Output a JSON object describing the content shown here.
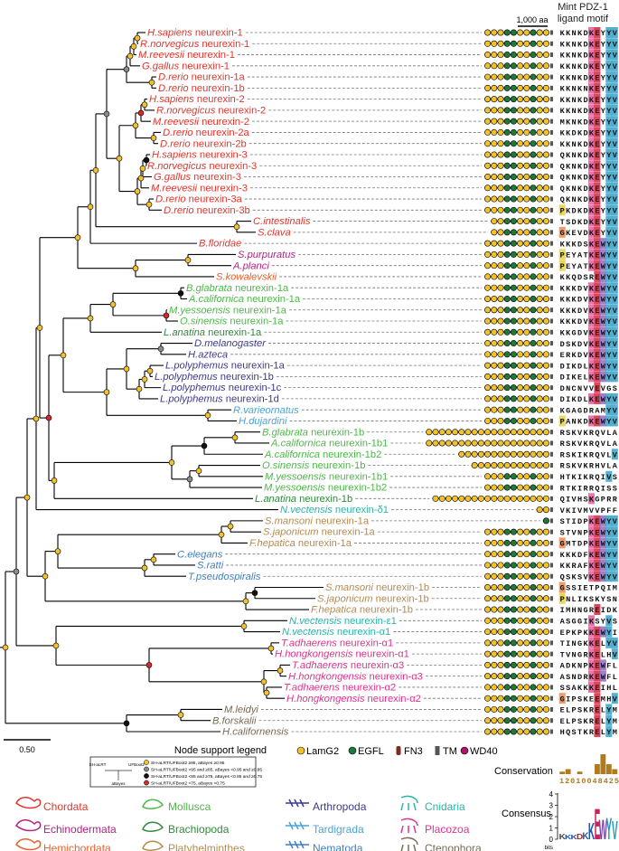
{
  "header": {
    "motif_title_line1": "Mint PDZ-1",
    "motif_title_line2": "ligand motif",
    "scale_aa": "1,000 aa",
    "scale_tree": "0.50"
  },
  "taxa": [
    {
      "species": "H.sapiens",
      "gene": "neurexin-1",
      "clade": "Chordata",
      "motif": "KKNKDKEYYV",
      "domains": "LLLEELLELL"
    },
    {
      "species": "R.norvegicus",
      "gene": "neurexin-1",
      "clade": "Chordata",
      "motif": "KKNKDKEYYV",
      "domains": "LLLEELLELL"
    },
    {
      "species": "M.reevesii",
      "gene": "neurexin-1",
      "clade": "Chordata",
      "motif": "KKNKDKEYYV",
      "domains": "LLLEELLELL"
    },
    {
      "species": "G.gallus",
      "gene": "neurexin-1",
      "clade": "Chordata",
      "motif": "KKNKDKEYYV",
      "domains": "LLLEELLELL"
    },
    {
      "species": "D.rerio",
      "gene": "neurexin-1a",
      "clade": "Chordata",
      "motif": "KKNKDKEYYV",
      "domains": "LLLEELLELL"
    },
    {
      "species": "D.rerio",
      "gene": "neurexin-1b",
      "clade": "Chordata",
      "motif": "KKNKNKEYYV",
      "domains": "LLLEELLELL"
    },
    {
      "species": "H.sapiens",
      "gene": "neurexin-2",
      "clade": "Chordata",
      "motif": "KKNKDKEYYV",
      "domains": "LLLEELLELL"
    },
    {
      "species": "R.norvegicus",
      "gene": "neurexin-2",
      "clade": "Chordata",
      "motif": "KKNKDKEYYV",
      "domains": "LLLEELLELL"
    },
    {
      "species": "M.reevesii",
      "gene": "neurexin-2",
      "clade": "Chordata",
      "motif": "MKNKDKEYYV",
      "domains": "LLLEELLELL"
    },
    {
      "species": "D.rerio",
      "gene": "neurexin-2a",
      "clade": "Chordata",
      "motif": "KKDKDKEYYV",
      "domains": "LLLEELLELL"
    },
    {
      "species": "D.rerio",
      "gene": "neurexin-2b",
      "clade": "Chordata",
      "motif": "KKNKDKEYYV",
      "domains": "LLLEELLELL"
    },
    {
      "species": "H.sapiens",
      "gene": "neurexin-3",
      "clade": "Chordata",
      "motif": "QKNKDKEYYV",
      "domains": "LLLEELLELL"
    },
    {
      "species": "R.norvegicus",
      "gene": "neurexin-3",
      "clade": "Chordata",
      "motif": "QKNKDKEYYV",
      "domains": "LLLEELLELL"
    },
    {
      "species": "G.gallus",
      "gene": "neurexin-3",
      "clade": "Chordata",
      "motif": "QKNKDKEYYV",
      "domains": "LLLEELLELL"
    },
    {
      "species": "M.reevesii",
      "gene": "neurexin-3",
      "clade": "Chordata",
      "motif": "QKNKDKEYYV",
      "domains": "LLLEELLELL"
    },
    {
      "species": "D.rerio",
      "gene": "neurexin-3a",
      "clade": "Chordata",
      "motif": "QKNKDKEYYV",
      "domains": "LLLEELLELL"
    },
    {
      "species": "D.rerio",
      "gene": "neurexin-3b",
      "clade": "Chordata",
      "motif": "PKDKDKEYYV",
      "domains": "LLLEELLELL"
    },
    {
      "species": "C.intestinalis",
      "gene": "",
      "clade": "Chordata",
      "motif": "TSDKDKEYYV",
      "domains": "LLEELLELL"
    },
    {
      "species": "S.clava",
      "gene": "",
      "clade": "Chordata",
      "motif": "GKEVDKEYYV",
      "domains": "LLEELLELL"
    },
    {
      "species": "B.floridae",
      "gene": "",
      "clade": "Chordata",
      "motif": "KKKDSKEWYV",
      "domains": "LLLEELLELL"
    },
    {
      "species": "S.purpuratus",
      "gene": "",
      "clade": "Echinodermata",
      "motif": "PEYATKEWYV",
      "domains": "LLLEELLELL"
    },
    {
      "species": "A.planci",
      "gene": "",
      "clade": "Echinodermata",
      "motif": "PEYATKEWYV",
      "domains": "LLLEELLELL"
    },
    {
      "species": "S.kowalevskii",
      "gene": "",
      "clade": "Hemichordata",
      "motif": "KKQDSREWYV",
      "domains": "LLLEELLELL"
    },
    {
      "species": "B.glabrata",
      "gene": "neurexin-1a",
      "clade": "Mollusca",
      "motif": "KKKDVKEWYV",
      "domains": "LLLEELLELL"
    },
    {
      "species": "A.californica",
      "gene": "neurexin-1a",
      "clade": "Mollusca",
      "motif": "KKKDVKEWYV",
      "domains": "LLLEELLELL"
    },
    {
      "species": "M.yessoensis",
      "gene": "neurexin-1a",
      "clade": "Mollusca",
      "motif": "KKKDVKEWYV",
      "domains": "LLLEELLELL"
    },
    {
      "species": "O.sinensis",
      "gene": "neurexin-1a",
      "clade": "Mollusca",
      "motif": "KKKDVKEWYV",
      "domains": "LLLEELLELL"
    },
    {
      "species": "L.anatina",
      "gene": "neurexin-1a",
      "clade": "Brachiopoda",
      "motif": "KKKGDVKEWYV",
      "domains": "LLLEELLELL"
    },
    {
      "species": "D.melanogaster",
      "gene": "",
      "clade": "Arthropoda",
      "motif": "DSKDVKEWYV",
      "domains": "LLLEELLELL"
    },
    {
      "species": "H.azteca",
      "gene": "",
      "clade": "Arthropoda",
      "motif": "ERKDVKEWYV",
      "domains": "LLLEELLELL"
    },
    {
      "species": "L.polyphemus",
      "gene": "neurexin-1a",
      "clade": "Arthropoda",
      "motif": "DIKDLKEWYV",
      "domains": "LLLEELLELL"
    },
    {
      "species": "L.polyphemus",
      "gene": "neurexin-1b",
      "clade": "Arthropoda",
      "motif": "DIKELKEWYV",
      "domains": "LLLEELLELL"
    },
    {
      "species": "L.polyphemus",
      "gene": "neurexin-1c",
      "clade": "Arthropoda",
      "motif": "DNCNVVEVGS",
      "domains": "LLLEELLELL"
    },
    {
      "species": "L.polyphemus",
      "gene": "neurexin-1d",
      "clade": "Arthropoda",
      "motif": "DIKDLKEWYV",
      "domains": "LLLEELLELL"
    },
    {
      "species": "R.varieornatus",
      "gene": "",
      "clade": "Tardigrada",
      "motif": "KGAGDRAMYV",
      "domains": "LLLEELLELL"
    },
    {
      "species": "H.dujardini",
      "gene": "",
      "clade": "Tardigrada",
      "motif": "PANKDKEWYV",
      "domains": "LLLEELLELL"
    },
    {
      "species": "B.glabrata",
      "gene": "neurexin-1b",
      "clade": "Mollusca",
      "motif": "RSKVKRQVLA",
      "domains": "LLLLLLLLLLLLLLLLLLL"
    },
    {
      "species": "A.californica",
      "gene": "neurexin-1b1",
      "clade": "Mollusca",
      "motif": "RSKVKRQVLA",
      "domains": "LLLLLLLLLLLLLLLLLLL"
    },
    {
      "species": "A.californica",
      "gene": "neurexin-1b2",
      "clade": "Mollusca",
      "motif": "RSKIKRQVLV",
      "domains": "LLLLLLLLLLLLLL"
    },
    {
      "species": "O.sinensis",
      "gene": "neurexin-1b",
      "clade": "Mollusca",
      "motif": "RSKVKRHVLA",
      "domains": "LLLLLLLLLLLL"
    },
    {
      "species": "M.yessoensis",
      "gene": "neurexin-1b1",
      "clade": "Mollusca",
      "motif": "HTKIKRQIVS",
      "domains": "LLLEELLELL"
    },
    {
      "species": "M.yessoensis",
      "gene": "neurexin-1b2",
      "clade": "Mollusca",
      "motif": "RTKIRRQISS",
      "domains": "LLLEELLELL"
    },
    {
      "species": "L.anatina",
      "gene": "neurexin-1b",
      "clade": "Brachiopoda",
      "motif": "QIVHSKGPRR",
      "domains": "LLLLLLLLLLLLLLLLLL"
    },
    {
      "species": "N.vectensis",
      "gene": "neurexin-δ1",
      "clade": "Cnidaria",
      "motif": "VKIVMVVPFF",
      "domains": "LL"
    },
    {
      "species": "S.mansoni",
      "gene": "neurexin-1a",
      "clade": "Platyhelminthes",
      "motif": "STIDPKEWYV",
      "domains": "E"
    },
    {
      "species": "S.japonicum",
      "gene": "neurexin-1a",
      "clade": "Platyhelminthes",
      "motif": "STVNPKEWYV",
      "domains": "LLLEELLELL"
    },
    {
      "species": "F.hepatica",
      "gene": "neurexin-1a",
      "clade": "Platyhelminthes",
      "motif": "GMTDPKEWYV",
      "domains": "LLLEELLELL"
    },
    {
      "species": "C.elegans",
      "gene": "",
      "clade": "Nematoda",
      "motif": "KKKDFKEWYV",
      "domains": "LLLEELLELL"
    },
    {
      "species": "S.ratti",
      "gene": "",
      "clade": "Nematoda",
      "motif": "KKRAFKEWYV",
      "domains": "LLLEELLELL"
    },
    {
      "species": "T.pseudospiralis",
      "gene": "",
      "clade": "Nematoda",
      "motif": "QSKSVKEWYV",
      "domains": "LLLEELLELL"
    },
    {
      "species": "S.mansoni",
      "gene": "neurexin-1b",
      "clade": "Platyhelminthes",
      "motif": "GSSIETPQIM",
      "domains": "LLLEELLELL"
    },
    {
      "species": "S.japonicum",
      "gene": "neurexin-1b",
      "clade": "Platyhelminthes",
      "motif": "PNLIKSKYSN",
      "domains": "LLLEELLELL"
    },
    {
      "species": "F.hepatica",
      "gene": "neurexin-1b",
      "clade": "Platyhelminthes",
      "motif": "KIMHNGREIDK",
      "domains": "LLLEELLELL"
    },
    {
      "species": "N.vectensis",
      "gene": "neurexin-ε1",
      "clade": "Cnidaria",
      "motif": "ASGGIKSYVS",
      "domains": "LLLEELLELL"
    },
    {
      "species": "N.vectensis",
      "gene": "neurexin-α1",
      "clade": "Cnidaria",
      "motif": "EPKPKKEWYI",
      "domains": "LLLEELLELL"
    },
    {
      "species": "T.adhaerens",
      "gene": "neurexin-α1",
      "clade": "Placozoa",
      "motif": "TINGKKELYV",
      "domains": "LLLEELLELL"
    },
    {
      "species": "H.hongkongensis",
      "gene": "neurexin-α1",
      "clade": "Placozoa",
      "motif": "TVNGRKELHV",
      "domains": "LLLEELLELL"
    },
    {
      "species": "T.adhaerens",
      "gene": "neurexin-α3",
      "clade": "Placozoa",
      "motif": "ADKNPKEWFL",
      "domains": "LLLEELLELL"
    },
    {
      "species": "H.hongkongensis",
      "gene": "neurexin-α3",
      "clade": "Placozoa",
      "motif": "ASNDRKEWFL",
      "domains": "LLLEELLELL"
    },
    {
      "species": "T.adhaerens",
      "gene": "neurexin-α2",
      "clade": "Placozoa",
      "motif": "SSAKKKEIHL",
      "domains": "LLLEELLELL"
    },
    {
      "species": "H.hongkongensis",
      "gene": "neurexin-α2",
      "clade": "Placozoa",
      "motif": "GIPSKEEMHV",
      "domains": "LLLEELLELL"
    },
    {
      "species": "M.leidyi",
      "gene": "",
      "clade": "Ctenophora",
      "motif": "ELPSKRELYM",
      "domains": "LLLEELLELL"
    },
    {
      "species": "B.forskalii",
      "gene": "",
      "clade": "Ctenophora",
      "motif": "ELPSKRELYM",
      "domains": "LLLEELLELL"
    },
    {
      "species": "H.californensis",
      "gene": "",
      "clade": "Ctenophora",
      "motif": "HQSTKRELYM",
      "domains": "LLLEELLELL"
    }
  ],
  "domain_legend": [
    {
      "key": "L",
      "label": "LamG2",
      "color": "#f2c12e"
    },
    {
      "key": "E",
      "label": "EGFL",
      "color": "#1f7a3a"
    },
    {
      "key": "F",
      "label": "FN3",
      "color": "#7a2e22"
    },
    {
      "key": "T",
      "label": "TM",
      "color": "#555555"
    },
    {
      "key": "W",
      "label": "WD40",
      "color": "#b0146a"
    }
  ],
  "node_legend": {
    "title": "Node support legend",
    "axis_labels": [
      "SH-aLRT",
      "UFBoot2",
      "aBayes"
    ],
    "items": [
      {
        "color": "#f2c12e",
        "text": "SH-aLRT/UFBoot2 ≥95, aBayes ≥0.95"
      },
      {
        "color": "#8c8c8c",
        "text": "SH-aLRT/UFBoot2 <95 and ≥85, aBayes <0.95 and ≥0.85"
      },
      {
        "color": "#111111",
        "text": "SH-aLRT/UFBoot2 <85 and ≥75, aBayes <0.85 and ≥0.75"
      },
      {
        "color": "#d42a2a",
        "text": "SH-aLRT/UFBoot2 <75, aBayes <0.75"
      }
    ]
  },
  "clade_legend": [
    {
      "name": "Chordata",
      "color": "#e0362c",
      "icon": "chordata-icon"
    },
    {
      "name": "Mollusca",
      "color": "#4db848",
      "icon": "mollusca-icon"
    },
    {
      "name": "Arthropoda",
      "color": "#3d3a8c",
      "icon": "arthropoda-icon"
    },
    {
      "name": "Cnidaria",
      "color": "#2cb3a8",
      "icon": "cnidaria-icon"
    },
    {
      "name": "Echinodermata",
      "color": "#b32283",
      "icon": "echinodermata-icon"
    },
    {
      "name": "Brachiopoda",
      "color": "#2e8b3a",
      "icon": "brachiopoda-icon"
    },
    {
      "name": "Tardigrada",
      "color": "#4aa3d6",
      "icon": "tardigrada-icon"
    },
    {
      "name": "Placozoa",
      "color": "#e0328c",
      "icon": "placozoa-icon"
    },
    {
      "name": "Hemichordata",
      "color": "#e8602c",
      "icon": "hemichordata-icon"
    },
    {
      "name": "Platyhelminthes",
      "color": "#b58a4f",
      "icon": "platyhelminthes-icon"
    },
    {
      "name": "Nematoda",
      "color": "#3f7fc0",
      "icon": "nematoda-icon"
    },
    {
      "name": "Ctenophora",
      "color": "#7b6a55",
      "icon": "ctenophora-icon"
    }
  ],
  "conservation": {
    "label": "Conservation",
    "scores": "12010048425",
    "values": [
      1,
      2,
      0,
      1,
      0,
      0,
      4,
      8,
      4,
      2,
      5
    ]
  },
  "consensus": {
    "label": "Consensus",
    "axis_ticks": [
      "4",
      "3",
      "2",
      "1",
      "0"
    ],
    "axis_unit": "bits",
    "logo": "KKKDKKEWYV"
  },
  "residue_colors": {
    "E": "#d7263d",
    "K": "#e85c9c",
    "W": "#8e6bbf",
    "Y": "#37a3c8",
    "V": "#37a3c8",
    "P": "#e8d23a",
    "G": "#f08a4b"
  }
}
